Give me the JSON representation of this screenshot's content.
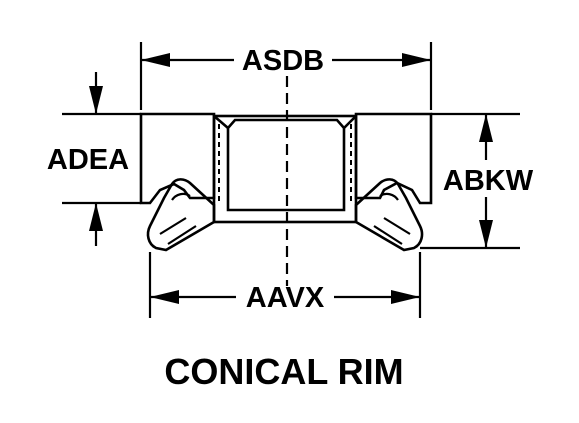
{
  "drawing": {
    "dimensions": {
      "top_width": "ASDB",
      "left_height": "ADEA",
      "right_height": "ABKW",
      "bottom_width": "AAVX"
    },
    "caption": "CONICAL RIM"
  }
}
